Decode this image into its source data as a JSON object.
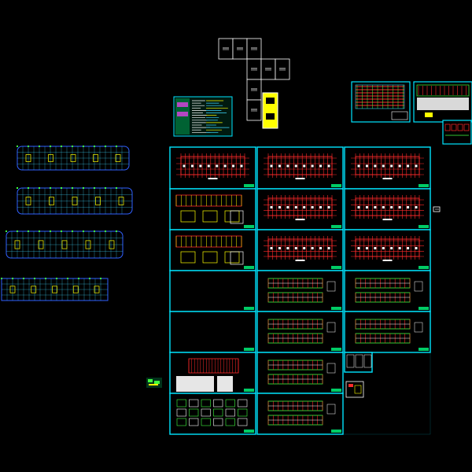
{
  "canvas": {
    "background": "#000000"
  },
  "colors": {
    "frame": "#00e5ff",
    "frame_white": "#ffffff",
    "structure_red": "#ff2a2a",
    "structure_magenta": "#ff3cff",
    "grid_cyan": "#3fd8ff",
    "grid_blue": "#3060ff",
    "plan_green": "#40ff40",
    "title_green": "#00cc66",
    "note_yellow": "#ffff00",
    "gray": "#a0a0a0"
  },
  "icons": {
    "frame": "drawing-sheet-frame",
    "title_block": "title-block",
    "note": "note-sheet",
    "plan": "floor-plan"
  },
  "sheet_rows": [
    {
      "columns": [
        "plan-red",
        "plan-red",
        "plan-red"
      ]
    },
    {
      "columns": [
        "detail-mixed",
        "plan-red",
        "plan-red"
      ]
    },
    {
      "columns": [
        "detail-mixed",
        "plan-red",
        "plan-red"
      ]
    },
    {
      "columns": [
        "empty",
        "plan-beam",
        "plan-beam"
      ]
    },
    {
      "columns": [
        "empty",
        "plan-beam",
        "plan-beam"
      ]
    },
    {
      "columns": [
        "elevation",
        "plan-beam",
        "partial"
      ]
    },
    {
      "columns": [
        "detail-grid",
        "plan-beam",
        "none"
      ]
    }
  ]
}
